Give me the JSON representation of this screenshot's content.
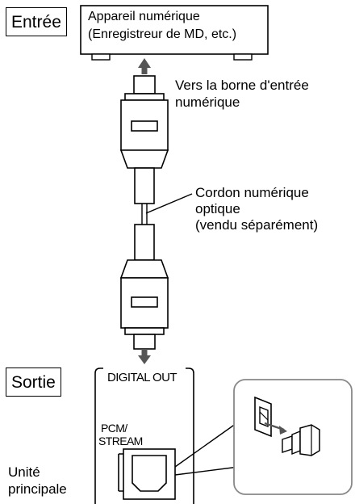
{
  "input": {
    "label": "Entrée",
    "device_line1": "Appareil numérique",
    "device_line2": "(Enregistreur de MD, etc.)"
  },
  "annotations": {
    "terminal_line1": "Vers la borne d'entrée",
    "terminal_line2": "numérique",
    "cord_line1": "Cordon numérique",
    "cord_line2": "optique",
    "cord_line3": "(vendu séparément)"
  },
  "output": {
    "label": "Sortie",
    "digital_out": "DIGITAL OUT",
    "pcm_line1": "PCM/",
    "pcm_line2": "STREAM",
    "unit_line1": "Unité",
    "unit_line2": "principale"
  },
  "icons": [
    "arrow-up-icon",
    "arrow-down-icon",
    "optical-plug-icon",
    "cap-removal-icon"
  ]
}
